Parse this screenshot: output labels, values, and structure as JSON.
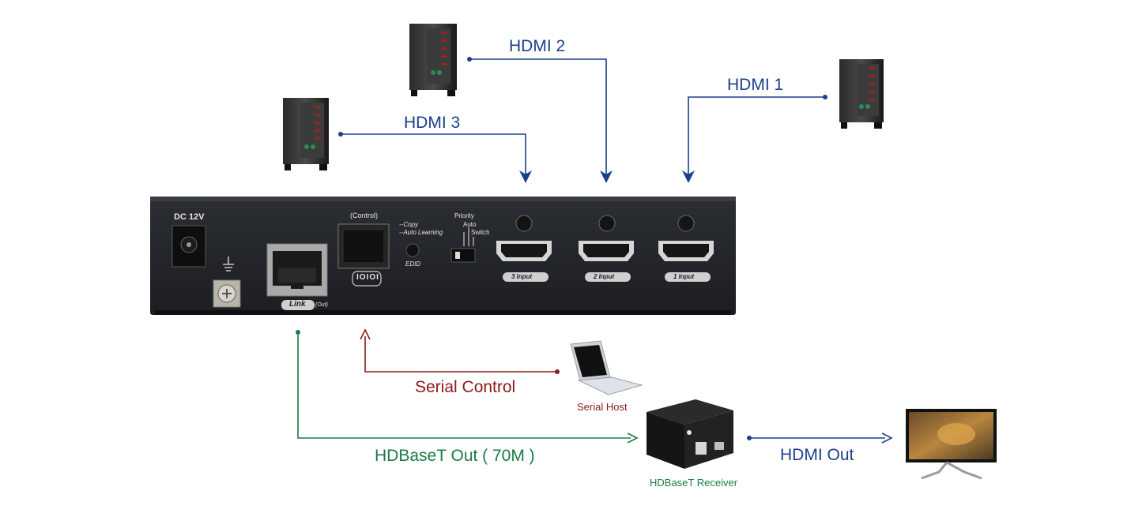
{
  "connections": {
    "hdmi1": "HDMI 1",
    "hdmi2": "HDMI 2",
    "hdmi3": "HDMI 3",
    "serial_control": "Serial Control",
    "hdbaset_out": "HDBaseT Out ( 70M )",
    "hdmi_out": "HDMI Out"
  },
  "devices": {
    "serial_host": "Serial Host",
    "hdbaset_receiver": "HDBaseT Receiver"
  },
  "panel": {
    "dc": "DC 12V",
    "control": "(Control)",
    "copy": "--Copy",
    "auto_learning": "--Auto Learning",
    "edid": "EDID",
    "priority": "Priority",
    "auto": "Auto",
    "switch": "Switch",
    "rs232_symbol": "IOIOI",
    "link": "Link",
    "out": "(Out)",
    "input3": "3 Input",
    "input2": "2 Input",
    "input1": "1 Input"
  },
  "colors": {
    "hdmi_line": "#1b3f8b",
    "serial_line": "#8b1a1a",
    "hdbaset_line": "#1e7a45"
  }
}
